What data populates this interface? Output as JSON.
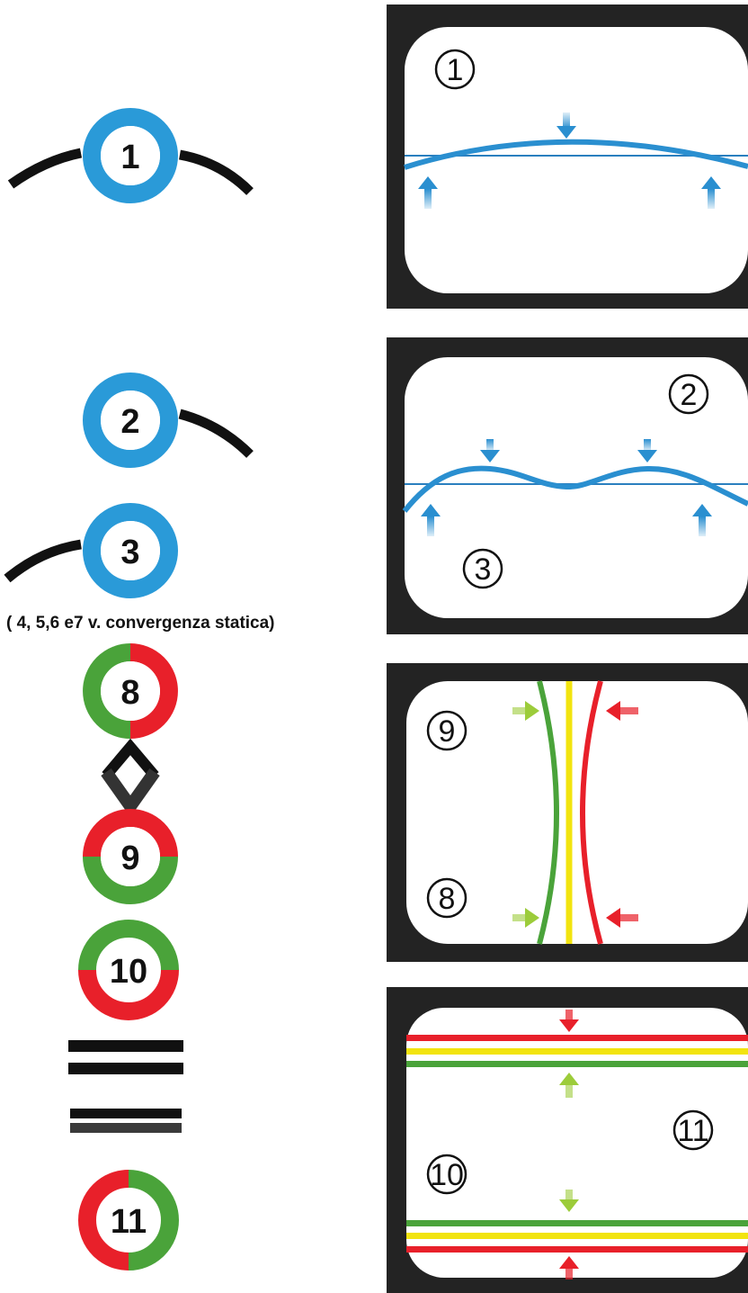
{
  "knobs": {
    "k1": "1",
    "k2": "2",
    "k3": "3",
    "k8": "8",
    "k9": "9",
    "k10": "10",
    "k11": "11"
  },
  "caption": "( 4, 5,6 e7 v. convergenza statica)",
  "screens": {
    "s1": {
      "label": "1"
    },
    "s2": {
      "label_top": "2",
      "label_bottom": "3"
    },
    "s3": {
      "label_top": "9",
      "label_bottom": "8"
    },
    "s4": {
      "label_top": "11",
      "label_bottom": "10"
    }
  },
  "colors": {
    "blue": "#2a9ad8",
    "red": "#e8202a",
    "green": "#4aa33a",
    "yellow": "#f2e40f",
    "lightgreen": "#9ccc3a",
    "bezel": "#232323",
    "dark": "#111111"
  }
}
